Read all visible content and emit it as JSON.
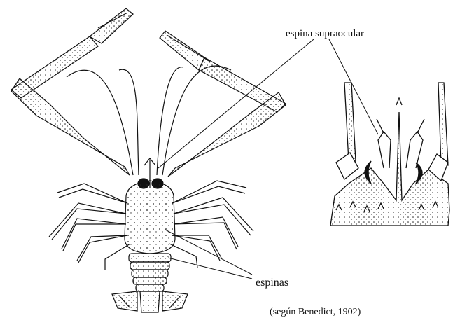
{
  "labels": {
    "supraocular": "espina supraocular",
    "espinas": "espinas",
    "credit": "(según Benedict, 1902)"
  },
  "colors": {
    "ink": "#111111",
    "background": "#ffffff"
  }
}
